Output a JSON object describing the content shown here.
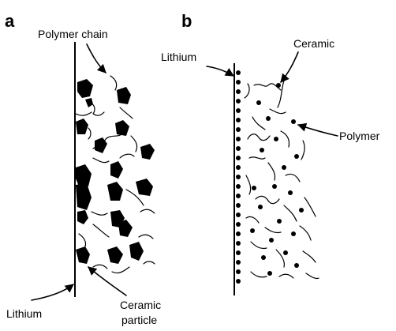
{
  "panel_a": {
    "letter": "a",
    "label_polymer_chain": "Polymer chain",
    "label_lithium": "Lithium",
    "label_ceramic_line1": "Ceramic",
    "label_ceramic_line2": "particle"
  },
  "panel_b": {
    "letter": "b",
    "label_lithium": "Lithium",
    "label_ceramic": "Ceramic",
    "label_polymer": "Polymer"
  }
}
